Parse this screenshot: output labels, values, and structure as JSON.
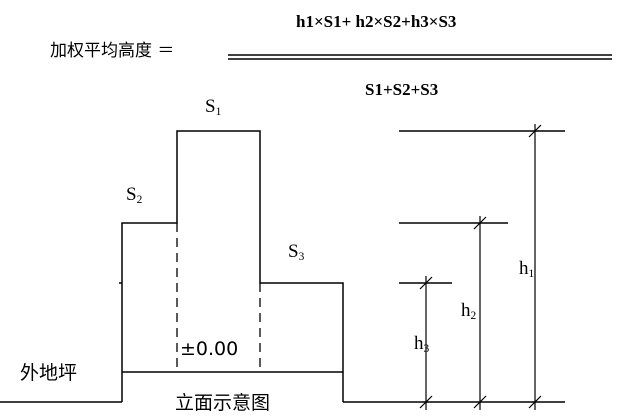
{
  "formula": {
    "lhs": "加权平均高度 ＝",
    "numerator": "h1×S1+ h2×S2+h3×S3",
    "denominator": "S1+S2+S3"
  },
  "areas": [
    {
      "letter": "S",
      "index": "1"
    },
    {
      "letter": "S",
      "index": "2"
    },
    {
      "letter": "S",
      "index": "3"
    }
  ],
  "heights": [
    {
      "letter": "h",
      "index": "1"
    },
    {
      "letter": "h",
      "index": "2"
    },
    {
      "letter": "h",
      "index": "3"
    }
  ],
  "elevation_label": "±0.00",
  "ground_label": "外地坪",
  "caption": "立面示意图"
}
